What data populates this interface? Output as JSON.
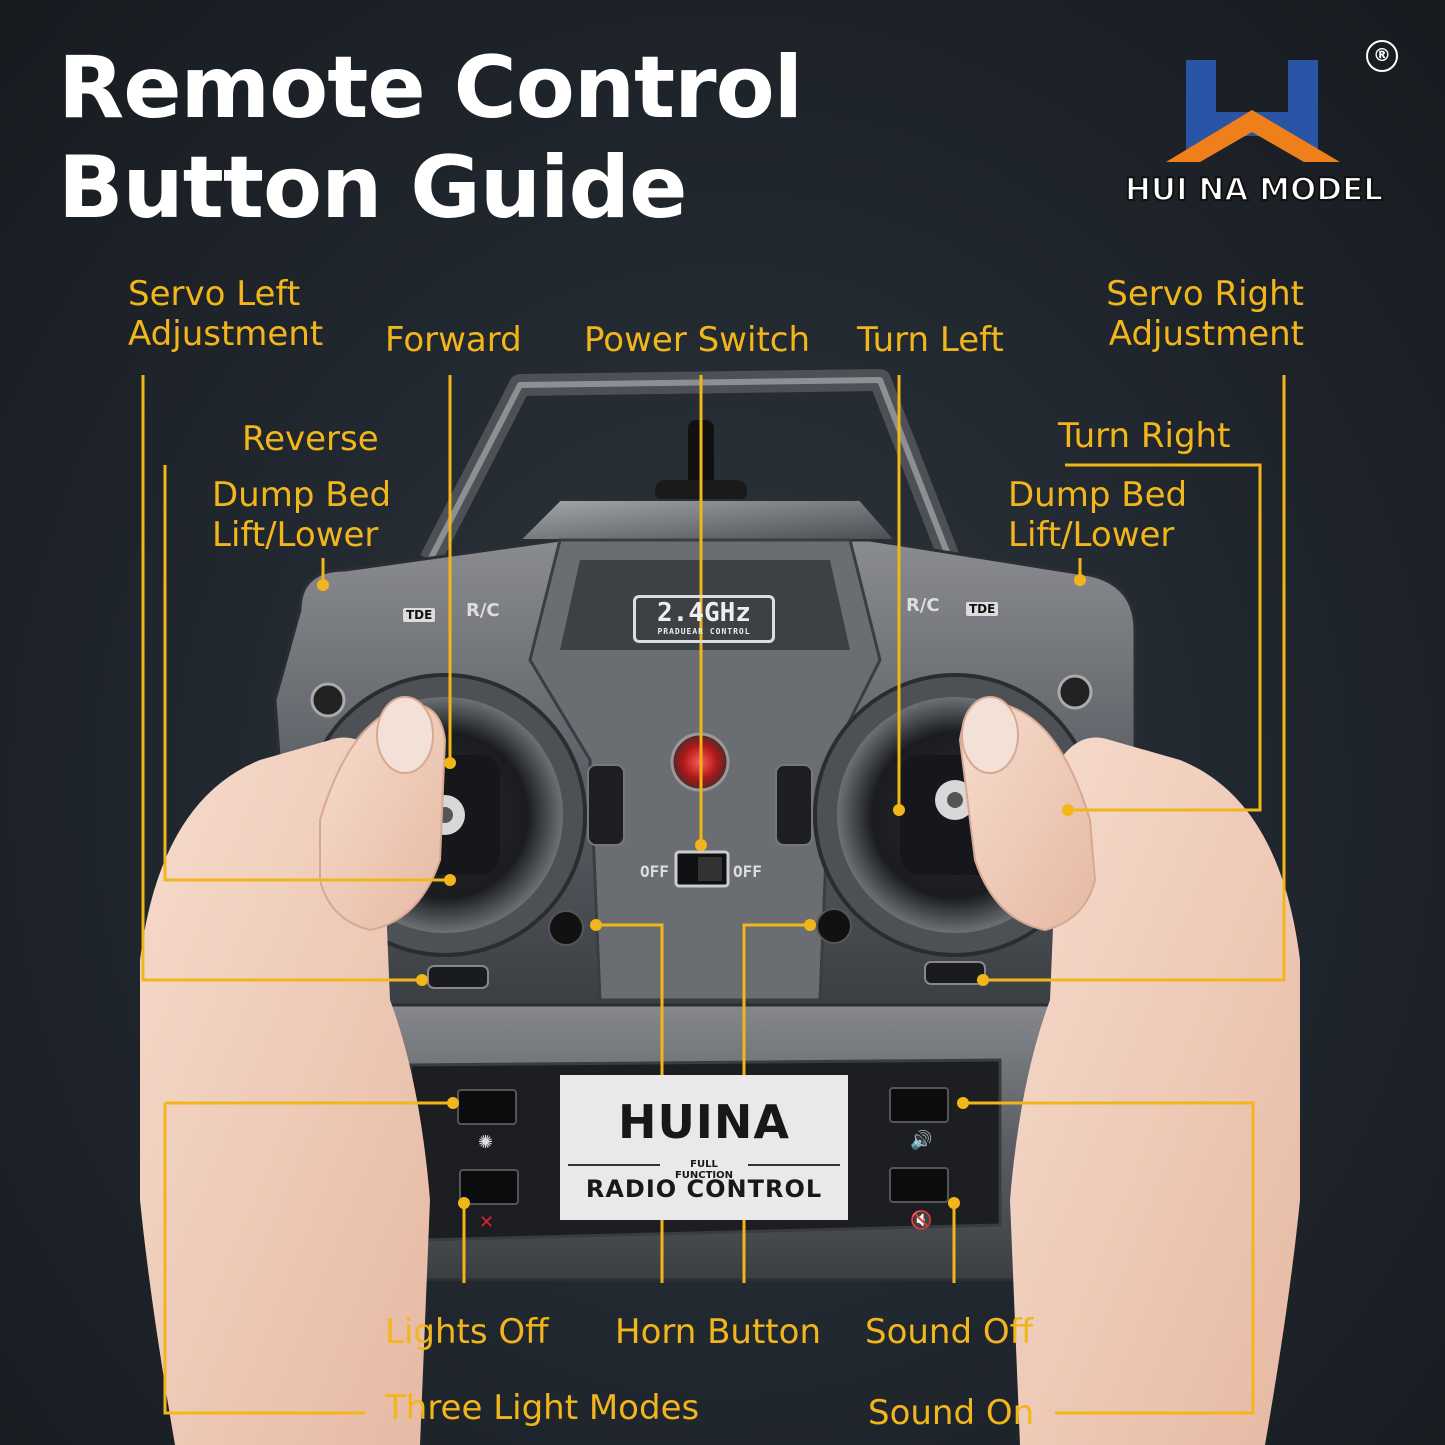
{
  "title": {
    "line1": "Remote Control",
    "line2": "Button Guide"
  },
  "brand": {
    "logo_text": "HUI NA MODEL",
    "registered": "®",
    "colors": {
      "blue": "#2a54a6",
      "orange": "#ee7f1a"
    }
  },
  "accent_color": "#f2b61b",
  "labels": {
    "servo_left": {
      "line1": "Servo Left",
      "line2": "Adjustment"
    },
    "forward": "Forward",
    "power_switch": "Power Switch",
    "turn_left": "Turn Left",
    "servo_right": {
      "line1": "Servo Right",
      "line2": "Adjustment"
    },
    "reverse": "Reverse",
    "turn_right": "Turn Right",
    "dump_left": {
      "line1": "Dump Bed",
      "line2": "Lift/Lower"
    },
    "dump_right": {
      "line1": "Dump Bed",
      "line2": "Lift/Lower"
    },
    "lights_off": "Lights Off",
    "horn_button": "Horn Button",
    "sound_off": "Sound Off",
    "three_light_modes": "Three Light Modes",
    "sound_on": "Sound On"
  },
  "controller": {
    "frequency": "2.4GHz",
    "frequency_sub": "PRADUEAR CONTROL",
    "tde": "TDE",
    "rc": "R/C",
    "off_left": "OFF",
    "off_right": "OFF",
    "panel_brand": "HUINA",
    "panel_function": "FULL FUNCTION",
    "panel_radio": "RADIO CONTROL",
    "icons": [
      "light-icon",
      "light-off-icon",
      "speaker-icon",
      "mute-icon"
    ]
  }
}
